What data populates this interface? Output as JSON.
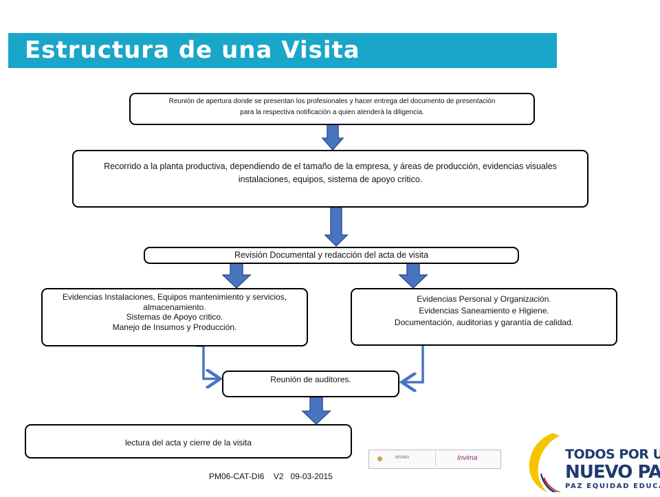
{
  "header": {
    "title": "Estructura de una Visita"
  },
  "flow": {
    "step1": {
      "line1": "Reunión de apertura donde se presentan los profesionales y hacer entrega del documento de presentación",
      "line2": "para la respectiva notificación a quien atenderá la diligencia."
    },
    "step2": {
      "line1": "Recorrido a la planta productiva,  dependiendo de el tamaño de la empresa,  y áreas de producción,  evidencias visuales",
      "line2": "instalaciones, equipos, sistema de apoyo critico."
    },
    "step3": {
      "text": "Revisión  Documental y redacción del acta de visita"
    },
    "step4a": {
      "line1": "Evidencias Instalaciones, Equipos  mantenimiento y servicios,",
      "line2": "almacenamiento.",
      "line3": "Sistemas de Apoyo critico.",
      "line4": "Manejo de Insumos y Producción."
    },
    "step4b": {
      "line1": "Evidencias Personal y Organización.",
      "line2": "Evidencias Saneamiento e Higiene.",
      "line3": "Documentación, auditorias y garantía de calidad."
    },
    "step5": {
      "text": "Reunión de auditores."
    },
    "step6": {
      "text": "lectura del acta y cierre de la visita"
    }
  },
  "footer": {
    "code": "PM06-CAT-DI6    V2   09-03-2015",
    "logo_left": "INVIMA",
    "logo_right": "Invima",
    "campaign_line1": "TODOS POR UN",
    "campaign_line2": "NUEVO PAÍS",
    "campaign_line3": "PAZ  EQUIDAD  EDUCACIÓN"
  },
  "colors": {
    "title_bar": "#1aa6c9",
    "arrow_fill": "#4a74c0",
    "arrow_stroke": "#2f528f",
    "campaign_text": "#1f3a6e"
  },
  "icons": {
    "down_arrow": "block-arrow-down-icon",
    "elbow_arrow": "elbow-arrow-icon",
    "campaign_logo": "colombia-flag-swoosh-icon"
  }
}
